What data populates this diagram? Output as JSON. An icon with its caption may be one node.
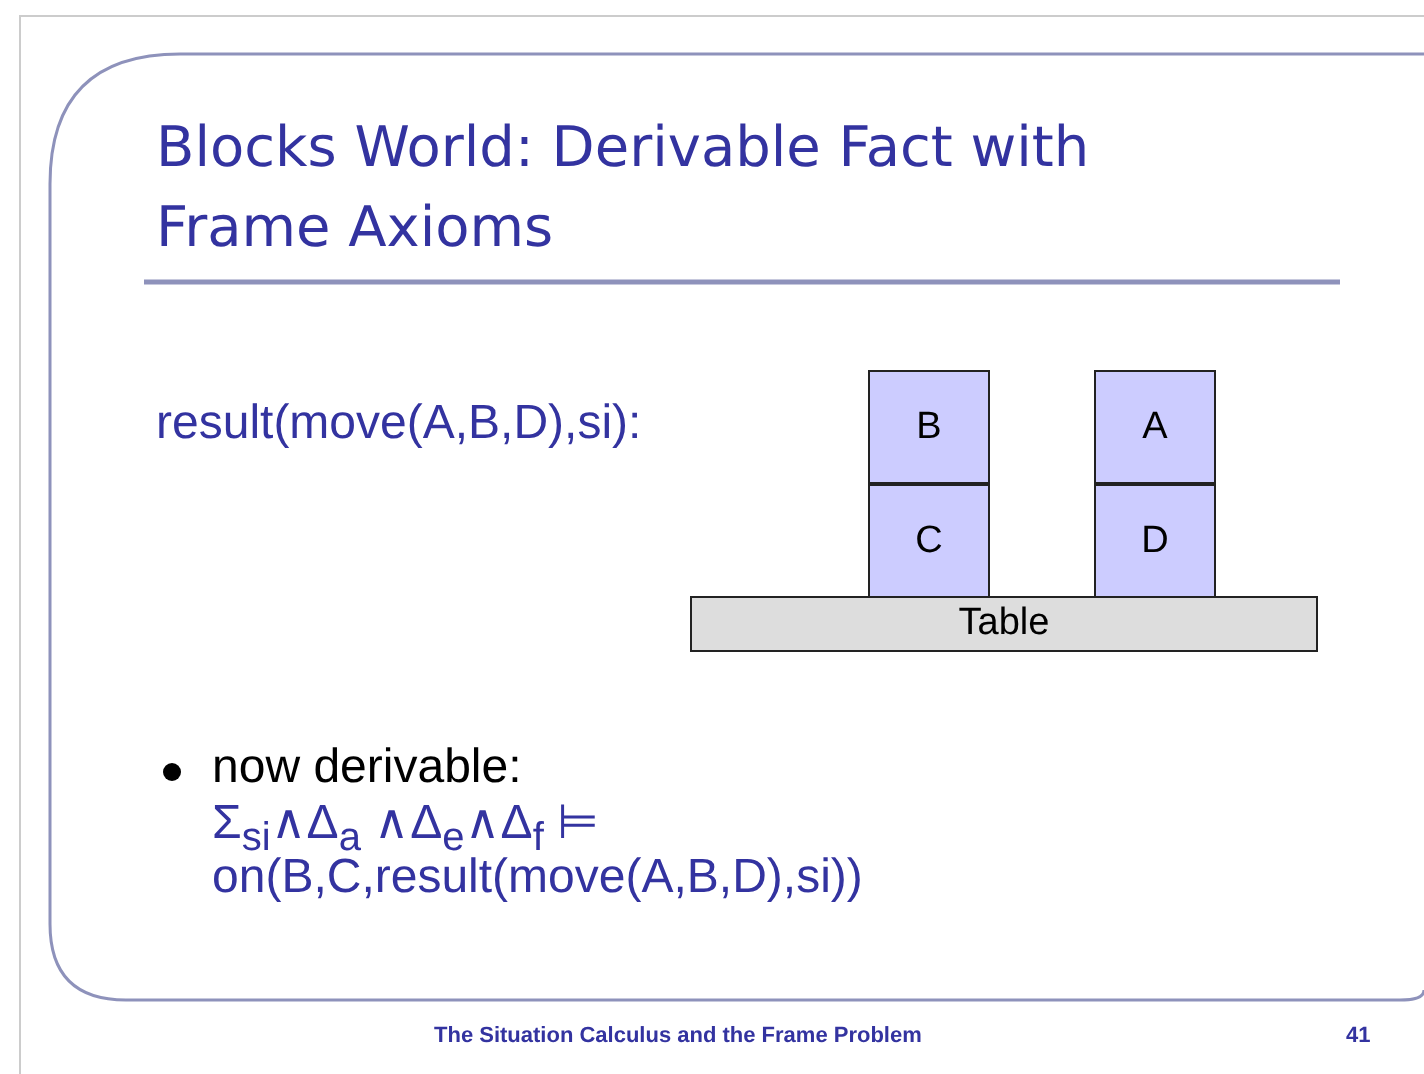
{
  "diagram": {
    "title": "Blocks World: Derivable Fact with Frame Axioms",
    "nodes": [
      {
        "text": [
          "B"
        ]
      },
      {
        "text": [
          "C"
        ]
      },
      {
        "text": [
          "A"
        ]
      },
      {
        "text": [
          "D"
        ]
      },
      {
        "text": [
          "Table"
        ]
      }
    ],
    "labels": [
      "result(move(A,B,D),si):",
      "now derivable:",
      "Σ$_{si}$∧Δ$_{a}$ ∧Δ$_{e}$∧Δ$_{f}$ ⊨",
      "on(B,C,result(move(A,B,D),si))",
      "The Situation Calculus and the Frame Problem",
      "41"
    ]
  }
}
